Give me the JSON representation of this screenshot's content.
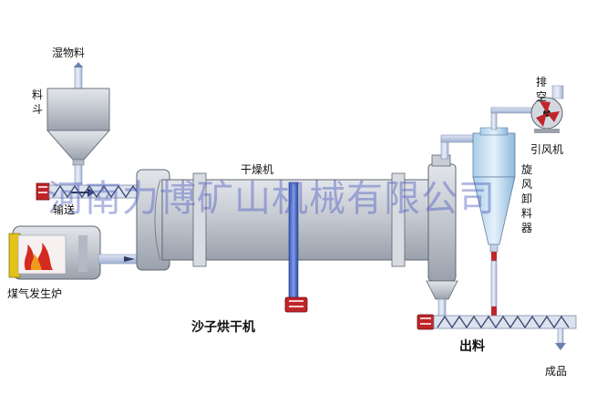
{
  "labels": {
    "wet_material": "湿物料",
    "hopper": "料斗",
    "conveying": "输送",
    "gas_generator": "煤气发生炉",
    "dryer": "干燥机",
    "sand_dryer": "沙子烘干机",
    "exhaust": "排空",
    "induced_fan": "引风机",
    "cyclone": "旋风卸料器",
    "discharge": "出料",
    "product": "成品"
  },
  "watermark": "河南力博矿山机械有限公司",
  "colors": {
    "drum": "#c8cdd6",
    "pipe": "#b9c6e0",
    "rod": "#4f6fd0",
    "red": "#c0252a"
  }
}
